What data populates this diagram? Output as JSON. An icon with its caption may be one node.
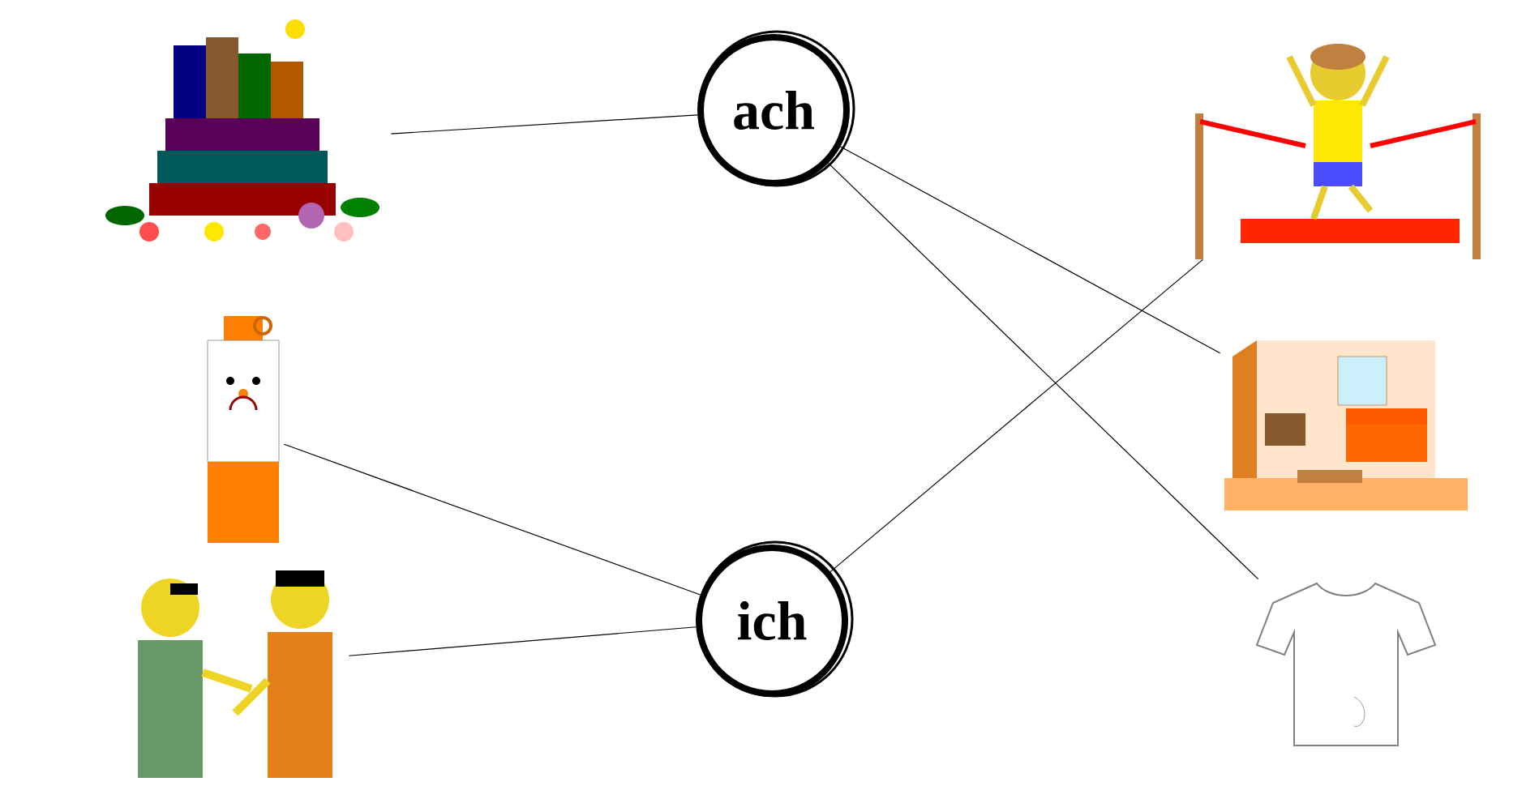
{
  "diagram": {
    "nodes": [
      {
        "text": [],
        "shape": "picture"
      },
      {
        "text": [],
        "shape": "picture"
      },
      {
        "text": [],
        "shape": "picture"
      },
      {
        "text": [
          "ach"
        ]
      },
      {
        "text": [
          "ich"
        ]
      },
      {
        "text": [],
        "shape": "picture"
      },
      {
        "text": [],
        "shape": "picture"
      },
      {
        "text": [],
        "shape": "picture"
      }
    ],
    "edges": [
      {
        "from": 0,
        "to": 3,
        "arrow": "none"
      },
      {
        "from": 1,
        "to": 4,
        "arrow": "none"
      },
      {
        "from": 2,
        "to": 4,
        "arrow": "none"
      },
      {
        "from": 4,
        "to": 5,
        "arrow": "none"
      },
      {
        "from": 3,
        "to": 6,
        "arrow": "none"
      },
      {
        "from": 3,
        "to": 7,
        "arrow": "none"
      }
    ]
  }
}
